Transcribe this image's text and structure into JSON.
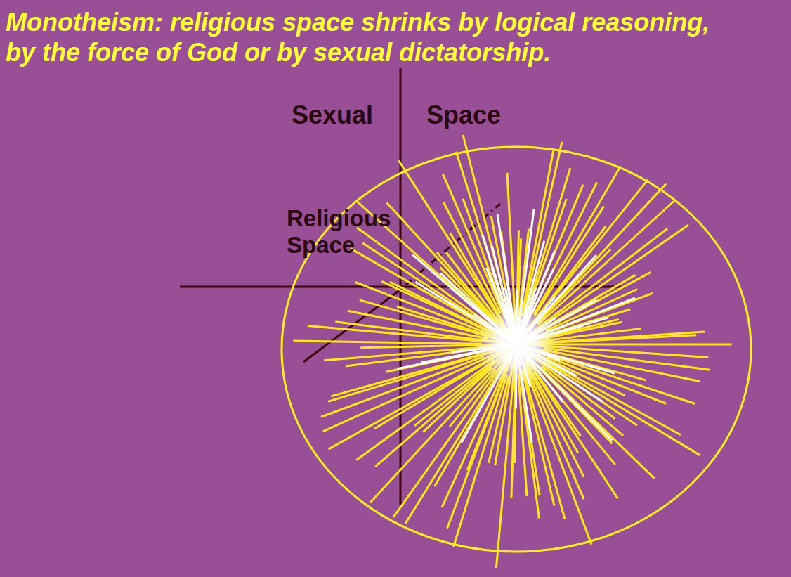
{
  "diagram": {
    "title": "Monotheism: religious space shrinks by logical reasoning, by the force of God or by sexual dictatorship.",
    "nodes": [
      {
        "text": [
          "Sexual",
          "Space"
        ]
      },
      {
        "text": [
          "Religious Space"
        ],
        "in": 0
      }
    ]
  }
}
